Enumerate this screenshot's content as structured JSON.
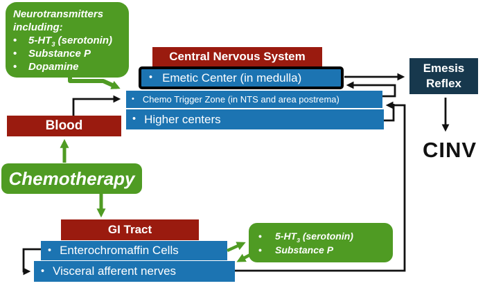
{
  "colors": {
    "green": "#4F9B23",
    "dark_red": "#9A1B0F",
    "blue": "#1C74B2",
    "navy": "#17384D",
    "arrow_black": "#111111",
    "text_white": "#FFFFFF"
  },
  "bullet": "•",
  "neuro_box": {
    "line1": "Neurotransmitters",
    "line2": "including:",
    "items": [
      {
        "pre": "5-HT",
        "sub": "3",
        "post": " (serotonin)"
      },
      {
        "pre": "Substance P",
        "sub": "",
        "post": ""
      },
      {
        "pre": "Dopamine",
        "sub": "",
        "post": ""
      }
    ]
  },
  "cns": {
    "label": "Central Nervous System"
  },
  "emetic": {
    "label": "Emetic Center (in medulla)"
  },
  "ctz": {
    "label": "Chemo Trigger Zone (in NTS and area postrema)"
  },
  "higher": {
    "label": "Higher centers"
  },
  "blood": {
    "label": "Blood"
  },
  "chemo": {
    "label": "Chemotherapy"
  },
  "gi": {
    "label": "GI Tract"
  },
  "ec": {
    "label": "Enterochromaffin Cells"
  },
  "visceral": {
    "label": "Visceral afferent nerves"
  },
  "mediators_box": {
    "items": [
      {
        "pre": "5-HT",
        "sub": "3",
        "post": " (serotonin)"
      },
      {
        "pre": "Substance P",
        "sub": "",
        "post": ""
      }
    ]
  },
  "emesis": {
    "line1": "Emesis",
    "line2": "Reflex"
  },
  "cinv": {
    "label": "CINV"
  }
}
